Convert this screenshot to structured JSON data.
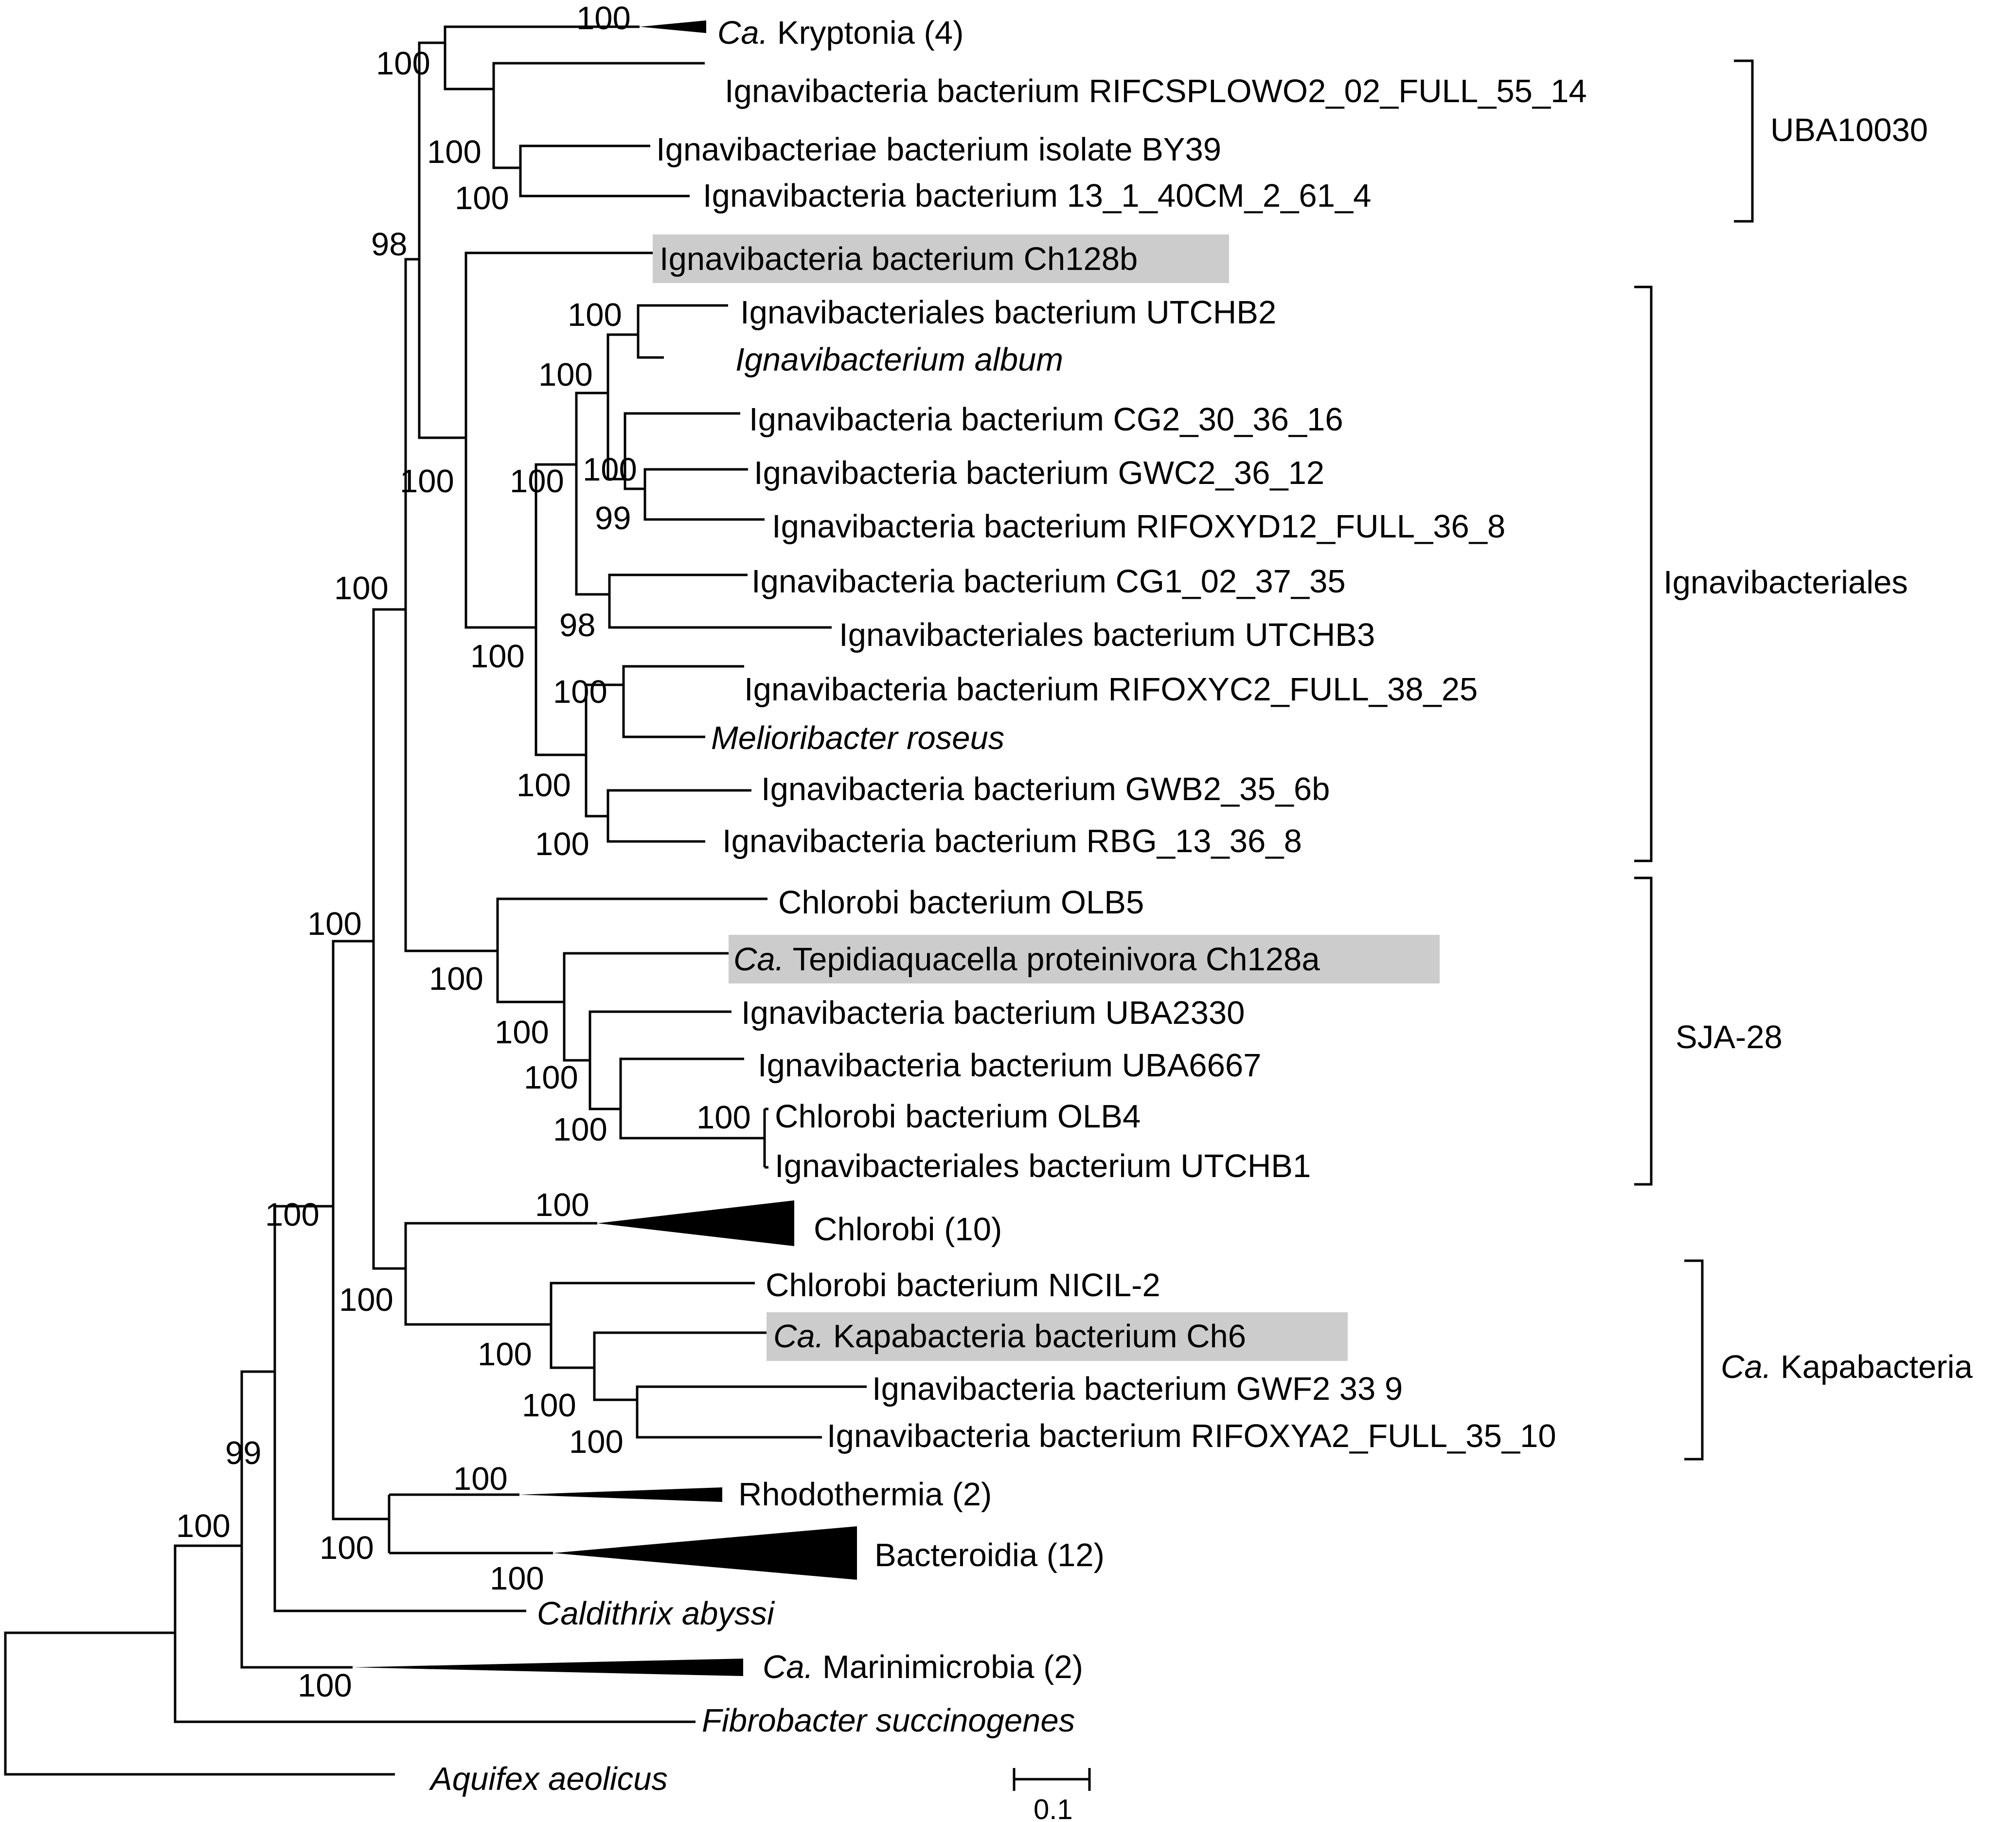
{
  "taxa": {
    "kryptonia_prefix": "Ca.",
    "kryptonia": " Kryptonia (4)",
    "rifcsplowo2": "Ignavibacteria bacterium RIFCSPLOWO2_02_FULL_55_14",
    "by39": "Ignavibacteriae bacterium isolate BY39",
    "cm13": "Ignavibacteria bacterium 13_1_40CM_2_61_4",
    "ch128b": "Ignavibacteria bacterium Ch128b",
    "utchb2": "Ignavibacteriales bacterium UTCHB2",
    "ignav_album": "Ignavibacterium album",
    "cg2": "Ignavibacteria bacterium CG2_30_36_16",
    "gwc2": "Ignavibacteria bacterium GWC2_36_12",
    "rifoxyd12": "Ignavibacteria bacterium RIFOXYD12_FULL_36_8",
    "cg1": "Ignavibacteria bacterium CG1_02_37_35",
    "utchb3": "Ignavibacteriales bacterium UTCHB3",
    "rifoxyc2": "Ignavibacteria bacterium RIFOXYC2_FULL_38_25",
    "melio": "Melioribacter roseus",
    "gwb2": "Ignavibacteria bacterium GWB2_35_6b",
    "rbg": "Ignavibacteria bacterium RBG_13_36_8",
    "olb5": "Chlorobi bacterium OLB5",
    "tepi_prefix": "Ca.",
    "tepi": " Tepidiaquacella proteinivora Ch128a",
    "uba2330": "Ignavibacteria bacterium UBA2330",
    "uba6667": "Ignavibacteria bacterium UBA6667",
    "olb4": "Chlorobi bacterium OLB4",
    "utchb1": "Ignavibacteriales bacterium UTCHB1",
    "chlorobi": "Chlorobi (10)",
    "nicil": "Chlorobi bacterium NICIL-2",
    "kapa_prefix": "Ca.",
    "kapa": " Kapabacteria bacterium Ch6",
    "gwf2": "Ignavibacteria bacterium GWF2 33 9",
    "rifoxya2": "Ignavibacteria bacterium RIFOXYA2_FULL_35_10",
    "rhodo": "Rhodothermia (2)",
    "bactero": "Bacteroidia (12)",
    "caldithrix": "Caldithrix abyssi",
    "marini_prefix": "Ca.",
    "marini": " Marinimicrobia (2)",
    "fibro": "Fibrobacter succinogenes",
    "aquifex": "Aquifex aeolicus"
  },
  "clades": {
    "uba10030": "UBA10030",
    "ignavibacteriales": "Ignavibacteriales",
    "sja28": "SJA-28",
    "kapa_prefix": "Ca.",
    "kapa": " Kapabacteria"
  },
  "support": {
    "kryptonia": "100",
    "krypt_uba": "100",
    "uba_inner1": "100",
    "uba_inner2": "100",
    "n98": "98",
    "ign_core": "100",
    "ign_sub": "100",
    "utchb2": "100",
    "cg2grp": "100",
    "gwc2": "100",
    "gwc2b": "99",
    "cg1": "98",
    "melio": "100",
    "rbggrp": "100",
    "rbg": "100",
    "ign100": "100",
    "olb5": "100",
    "tepi": "100",
    "uba2330": "100",
    "uba6667": "100",
    "olb4": "100",
    "main100": "100",
    "chlorobi": "100",
    "chl_kapa": "100",
    "kapa_nicil": "100",
    "kapa_ch6": "100",
    "gwf2": "100",
    "top100": "100",
    "rhodo": "100",
    "rhodo_bact": "100",
    "bact": "100",
    "bigclade": "100",
    "n99": "99",
    "root100": "100",
    "marini": "100"
  },
  "scale": {
    "label": "0.1"
  }
}
